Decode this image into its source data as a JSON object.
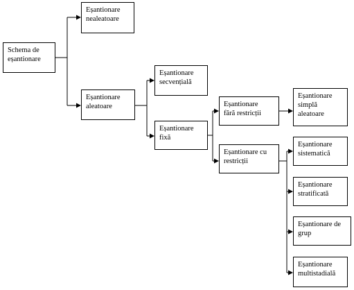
{
  "nodes": {
    "schema": "Schema de\neșantionare",
    "nealeatoare": "Eșantionare\nnealeatoare",
    "aleatoare": "Eșantionare\naleatoare",
    "secventiala": "Eșantionare\nsecvențială",
    "fixa": "Eșantionare\nfixă",
    "fara_restrictii": "Eșantionare\nfără restricții",
    "cu_restrictii": "Eșantionare cu\nrestricții",
    "simpla": "Eșantionare\nsimplă\naleatoare",
    "sistematica": "Eșantionare\nsistematică",
    "stratificata": "Eșantionare\nstratificată",
    "grup": "Eșantionare de\ngrup",
    "multistadiala": "Eșantionare\nmultistadială"
  },
  "colors": {
    "line": "#000000",
    "border": "#000000",
    "background": "#ffffff"
  }
}
